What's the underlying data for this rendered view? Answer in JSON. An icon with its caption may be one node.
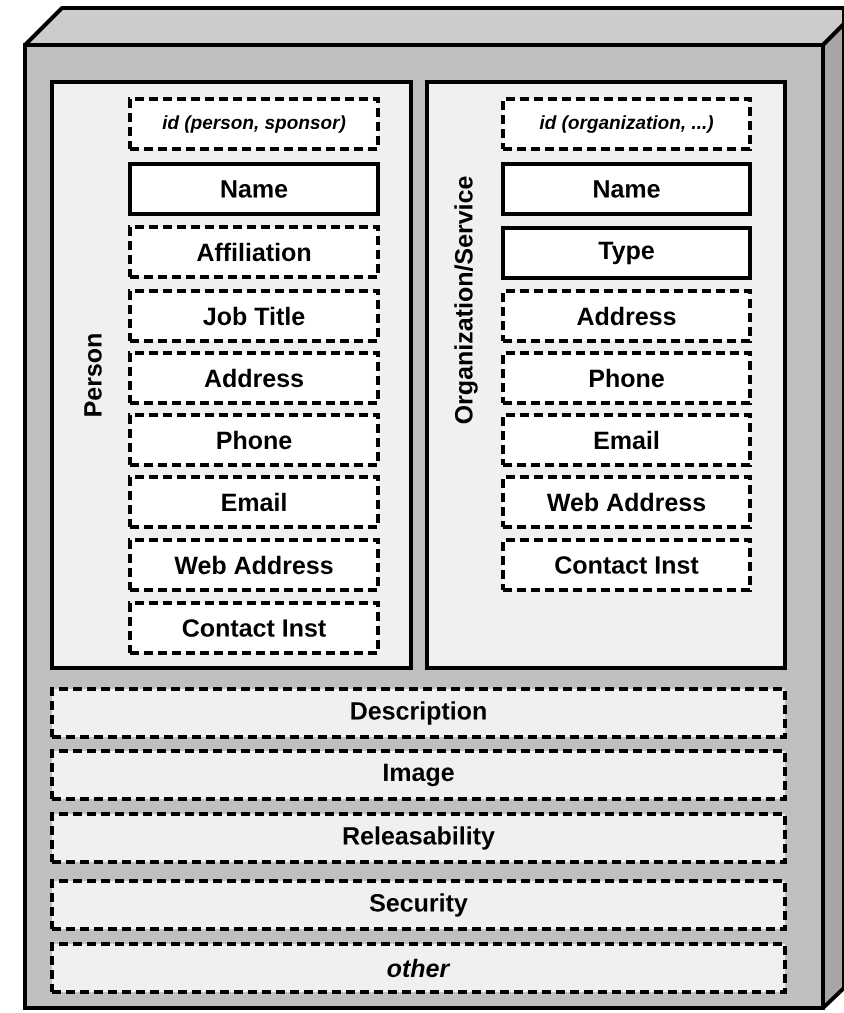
{
  "diagram": {
    "nodes": [
      {
        "text": [],
        "shape": "box"
      },
      {
        "text": [
          "Person"
        ],
        "in": 0
      },
      {
        "text": [
          "*id (person, sponsor)*"
        ],
        "in": 1
      },
      {
        "text": [
          "Name"
        ],
        "in": 1
      },
      {
        "text": [
          "Affiliation"
        ],
        "in": 1
      },
      {
        "text": [
          "Job Title"
        ],
        "in": 1
      },
      {
        "text": [
          "Address"
        ],
        "in": 1
      },
      {
        "text": [
          "Phone"
        ],
        "in": 1
      },
      {
        "text": [
          "Email"
        ],
        "in": 1
      },
      {
        "text": [
          "Web Address"
        ],
        "in": 1
      },
      {
        "text": [
          "Contact Inst"
        ],
        "in": 1
      },
      {
        "text": [
          "Organization/Service"
        ],
        "in": 0
      },
      {
        "text": [
          "*id (organization, ...)*"
        ],
        "in": 11
      },
      {
        "text": [
          "Name"
        ],
        "in": 11
      },
      {
        "text": [
          "Type"
        ],
        "in": 11
      },
      {
        "text": [
          "Address"
        ],
        "in": 11
      },
      {
        "text": [
          "Phone"
        ],
        "in": 11
      },
      {
        "text": [
          "Email"
        ],
        "in": 11
      },
      {
        "text": [
          "Web Address"
        ],
        "in": 11
      },
      {
        "text": [
          "Contact Inst"
        ],
        "in": 11
      },
      {
        "text": [
          "Description"
        ],
        "in": 0
      },
      {
        "text": [
          "Image"
        ],
        "in": 0
      },
      {
        "text": [
          "Releasability"
        ],
        "in": 0
      },
      {
        "text": [
          "Security"
        ],
        "in": 0
      },
      {
        "text": [
          "*other*"
        ],
        "in": 0
      }
    ]
  }
}
